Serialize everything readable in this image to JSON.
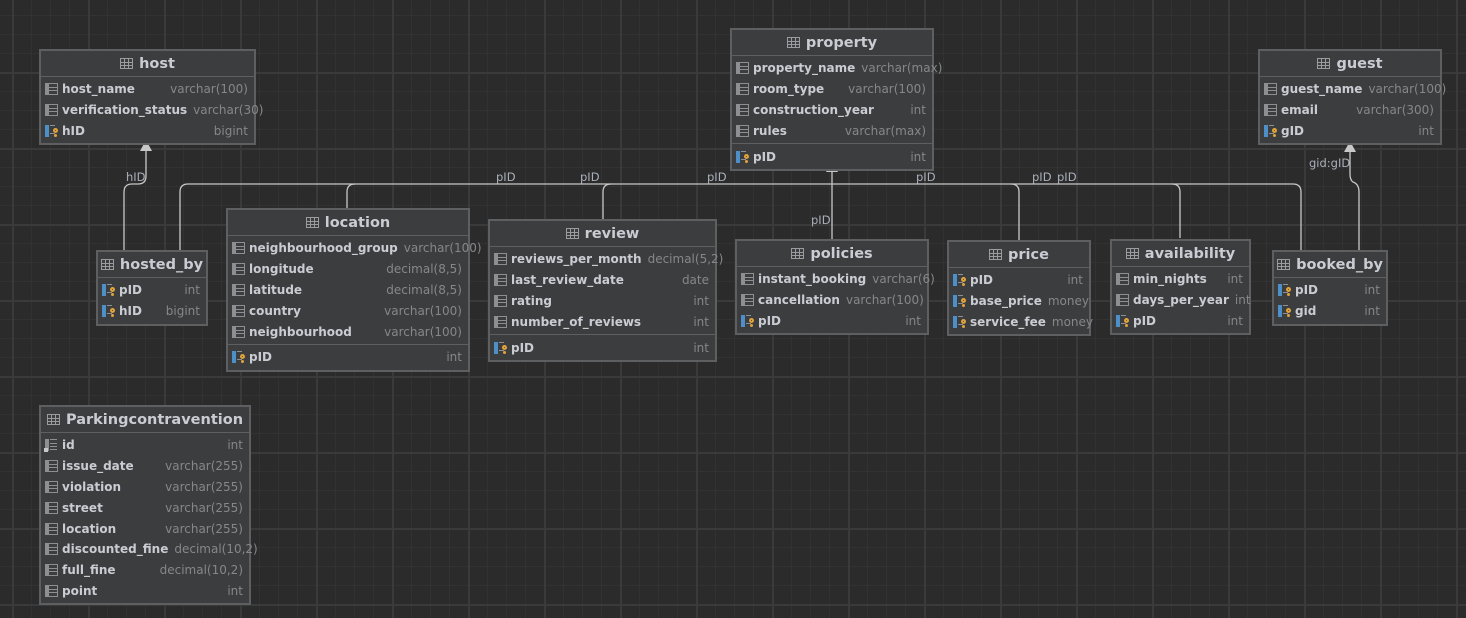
{
  "tables": {
    "host": {
      "title": "host",
      "columns": [
        {
          "name": "host_name",
          "type": "varchar(100)",
          "kind": "column"
        },
        {
          "name": "verification_status",
          "type": "varchar(30)",
          "kind": "column"
        },
        {
          "name": "hID",
          "type": "bigint",
          "kind": "key"
        }
      ]
    },
    "property": {
      "title": "property",
      "columns": [
        {
          "name": "property_name",
          "type": "varchar(max)",
          "kind": "column"
        },
        {
          "name": "room_type",
          "type": "varchar(100)",
          "kind": "column"
        },
        {
          "name": "construction_year",
          "type": "int",
          "kind": "column"
        },
        {
          "name": "rules",
          "type": "varchar(max)",
          "kind": "column"
        }
      ],
      "keys": [
        {
          "name": "pID",
          "type": "int",
          "kind": "key"
        }
      ]
    },
    "guest": {
      "title": "guest",
      "columns": [
        {
          "name": "guest_name",
          "type": "varchar(100)",
          "kind": "column"
        },
        {
          "name": "email",
          "type": "varchar(300)",
          "kind": "column"
        },
        {
          "name": "gID",
          "type": "int",
          "kind": "key"
        }
      ]
    },
    "hosted_by": {
      "title": "hosted_by",
      "columns": [
        {
          "name": "pID",
          "type": "int",
          "kind": "key"
        },
        {
          "name": "hID",
          "type": "bigint",
          "kind": "key"
        }
      ]
    },
    "location": {
      "title": "location",
      "columns": [
        {
          "name": "neighbourhood_group",
          "type": "varchar(100)",
          "kind": "column"
        },
        {
          "name": "longitude",
          "type": "decimal(8,5)",
          "kind": "column"
        },
        {
          "name": "latitude",
          "type": "decimal(8,5)",
          "kind": "column"
        },
        {
          "name": "country",
          "type": "varchar(100)",
          "kind": "column"
        },
        {
          "name": "neighbourhood",
          "type": "varchar(100)",
          "kind": "column"
        }
      ],
      "keys": [
        {
          "name": "pID",
          "type": "int",
          "kind": "key"
        }
      ]
    },
    "review": {
      "title": "review",
      "columns": [
        {
          "name": "reviews_per_month",
          "type": "decimal(5,2)",
          "kind": "column"
        },
        {
          "name": "last_review_date",
          "type": "date",
          "kind": "column"
        },
        {
          "name": "rating",
          "type": "int",
          "kind": "column"
        },
        {
          "name": "number_of_reviews",
          "type": "int",
          "kind": "column"
        }
      ],
      "keys": [
        {
          "name": "pID",
          "type": "int",
          "kind": "key"
        }
      ]
    },
    "policies": {
      "title": "policies",
      "columns": [
        {
          "name": "instant_booking",
          "type": "varchar(6)",
          "kind": "column"
        },
        {
          "name": "cancellation",
          "type": "varchar(100)",
          "kind": "column"
        },
        {
          "name": "pID",
          "type": "int",
          "kind": "key"
        }
      ]
    },
    "price": {
      "title": "price",
      "columns": [
        {
          "name": "pID",
          "type": "int",
          "kind": "key"
        },
        {
          "name": "base_price",
          "type": "money",
          "kind": "key"
        },
        {
          "name": "service_fee",
          "type": "money",
          "kind": "key"
        }
      ]
    },
    "availability": {
      "title": "availability",
      "columns": [
        {
          "name": "min_nights",
          "type": "int",
          "kind": "column"
        },
        {
          "name": "days_per_year",
          "type": "int",
          "kind": "column"
        },
        {
          "name": "pID",
          "type": "int",
          "kind": "key"
        }
      ]
    },
    "booked_by": {
      "title": "booked_by",
      "columns": [
        {
          "name": "pID",
          "type": "int",
          "kind": "key"
        },
        {
          "name": "gid",
          "type": "int",
          "kind": "key"
        }
      ]
    },
    "parking": {
      "title": "Parkingcontravention",
      "columns": [
        {
          "name": "id",
          "type": "int",
          "kind": "index"
        },
        {
          "name": "issue_date",
          "type": "varchar(255)",
          "kind": "column"
        },
        {
          "name": "violation",
          "type": "varchar(255)",
          "kind": "column"
        },
        {
          "name": "street",
          "type": "varchar(255)",
          "kind": "column"
        },
        {
          "name": "location",
          "type": "varchar(255)",
          "kind": "column"
        },
        {
          "name": "discounted_fine",
          "type": "decimal(10,2)",
          "kind": "column"
        },
        {
          "name": "full_fine",
          "type": "decimal(10,2)",
          "kind": "column"
        },
        {
          "name": "point",
          "type": "int",
          "kind": "column"
        }
      ]
    }
  },
  "links": {
    "hosted_by_host": "hID",
    "booked_by_guest": "gid:gID",
    "hosted_by_property": "pID",
    "location_property": "pID",
    "review_property": "pID",
    "policies_property": "pID",
    "price_property": "pID",
    "availability_property": "pID"
  },
  "colors": {
    "canvas": "#2b2b2b",
    "table_bg": "#3c3d3f",
    "table_border": "#5e5f61",
    "link_line": "#c8c8c8",
    "key_gold": "#e0a43a",
    "key_blue": "#4f8fc7"
  }
}
